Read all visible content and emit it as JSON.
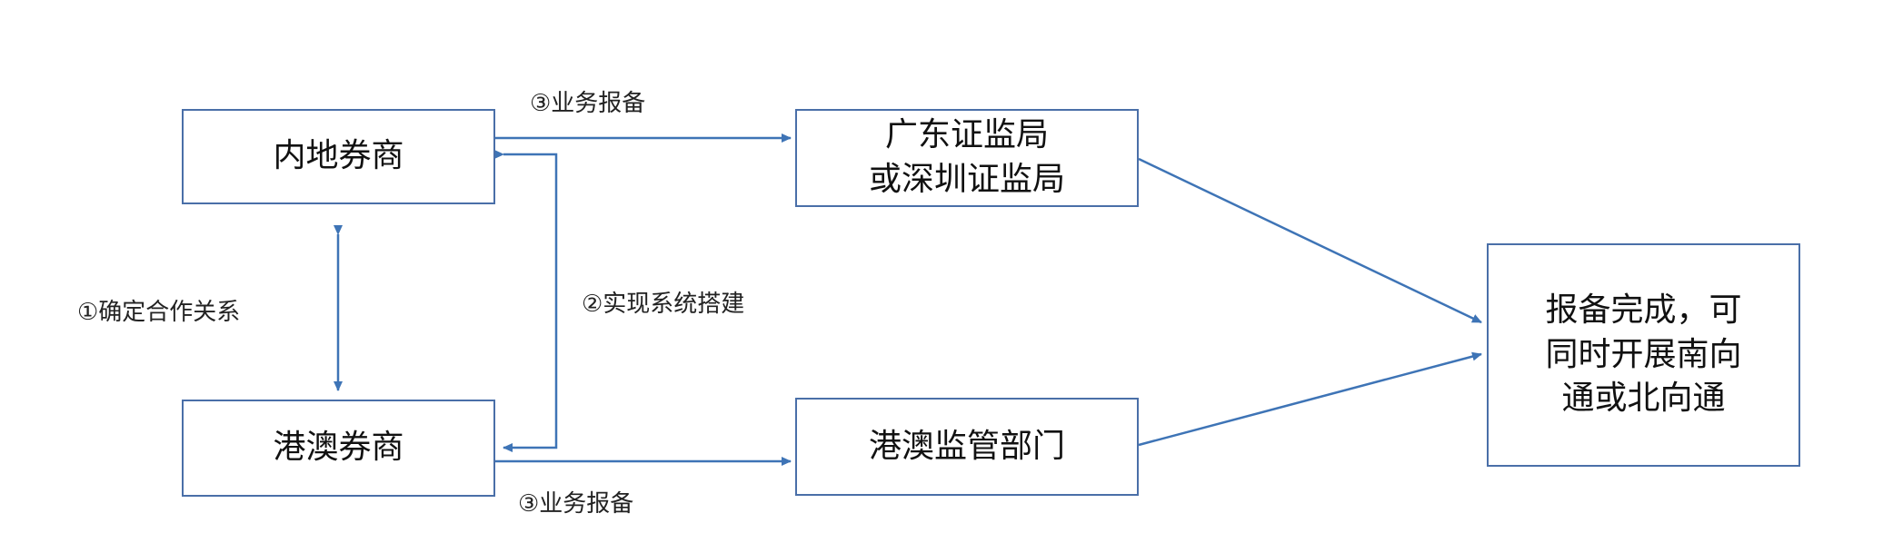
{
  "nodes": {
    "mainland_broker": "内地券商",
    "hkmacau_broker": "港澳券商",
    "gd_sz_csrc": "广东证监局\n或深圳证监局",
    "hkmacau_regulator": "港澳监管部门",
    "completion": "报备完成，可\n同时开展南向\n通或北向通"
  },
  "edges": {
    "step1": "①确定合作关系",
    "step2": "②实现系统搭建",
    "step3_top": "③业务报备",
    "step3_bottom": "③业务报备"
  },
  "colors": {
    "line": "#3e74b6",
    "box_border": "#4a6fa8"
  }
}
